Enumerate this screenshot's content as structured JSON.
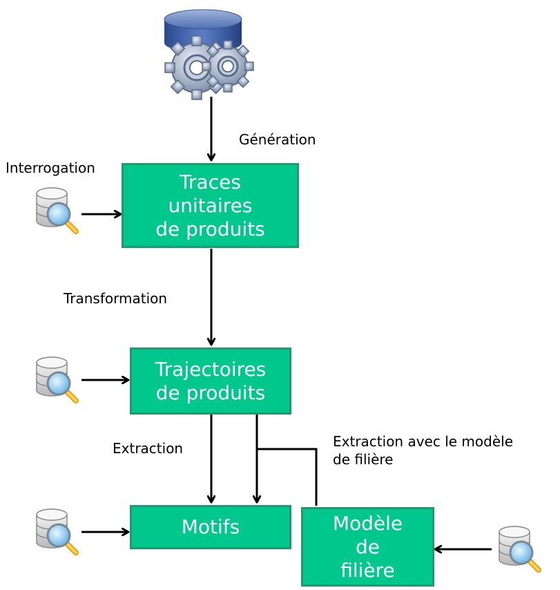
{
  "diagram": {
    "nodes": {
      "traces": {
        "text": "Traces\nunitaires\nde produits"
      },
      "trajectoires": {
        "text": "Trajectoires\nde produits"
      },
      "motifs": {
        "text": "Motifs"
      },
      "modele": {
        "text": "Modèle\nde\nfilière"
      }
    },
    "edge_labels": {
      "generation": "Génération",
      "interrogation": "Interrogation",
      "transformation": "Transformation",
      "extraction": "Extraction",
      "extraction_modele": "Extraction avec le modèle\nde filière"
    },
    "icons": {
      "generator": "database-gears-icon",
      "query": "database-search-icon"
    },
    "colors": {
      "box_fill": "#00c78b",
      "box_border": "#1f9a6e",
      "box_text": "#ffffff",
      "arrow": "#000000"
    }
  }
}
